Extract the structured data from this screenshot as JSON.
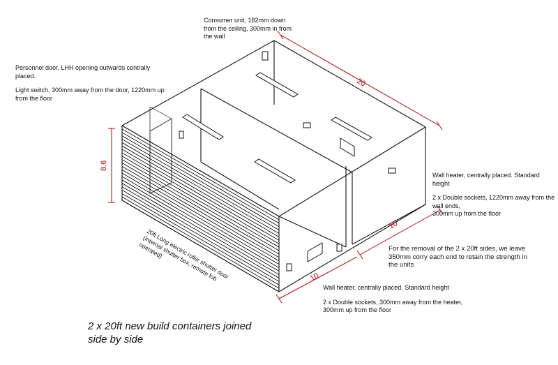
{
  "notes": {
    "consumer_unit": [
      "Consumer unit, 182mm down",
      "from the ceiling, 300mm in from",
      "the wall"
    ],
    "personnel_door": [
      "Personnel door, LHH opening outwards centrally",
      "placed."
    ],
    "light_switch": [
      "Light switch, 300mm away from the door, 1220mm up",
      "from the floor"
    ],
    "right_heater": "Wall heater, centrally placed. Standard height",
    "right_sockets": [
      "2 x Double sockets, 1220mm away from the wall ends,",
      "300mm up from the floor"
    ],
    "removal": [
      "For the removal of the 2 x 20ft sides, we leave",
      "350mm corry each end to retain the strength in",
      "the units"
    ],
    "bottom_heater": "Wall heater, centrally placed. Standard height",
    "bottom_sockets": [
      "2 x Double sockets, 300mm away from the heater,",
      "300mm up from the floor"
    ]
  },
  "shutter_label": [
    "20ft Long electric roller shutter door",
    "(internal shutter box, remote fob",
    "operated)"
  ],
  "dimensions": {
    "length": "20",
    "width_right": "10",
    "width_bottom": "10",
    "height": "8.6"
  },
  "caption": [
    "2 x 20ft new build containers joined",
    "side by side"
  ],
  "colors": {
    "line": "#111111",
    "dimension": "#c00000"
  }
}
